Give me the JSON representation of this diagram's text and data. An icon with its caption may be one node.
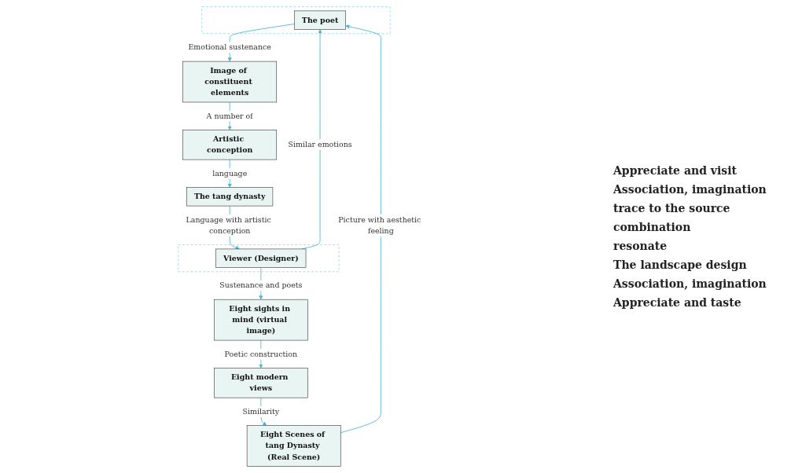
{
  "diagram": {
    "nodes": [
      {
        "text": [],
        "shape": "box"
      },
      {
        "text": [
          "Eight Scenes of tang Dynasty (Real Scene)"
        ]
      },
      {
        "text": [
          "The poet"
        ],
        "in": 0
      },
      {
        "text": [
          "Image of constituent elements"
        ]
      },
      {
        "text": [
          "Eight modern views"
        ]
      },
      {
        "text": [
          "Artistic conception"
        ]
      },
      {
        "text": [],
        "shape": "box"
      },
      {
        "text": [
          "Eight sights in mind (virtual image)"
        ]
      },
      {
        "text": [
          "Viewer (Designer)"
        ],
        "in": 6
      },
      {
        "text": [
          "The tang dynasty"
        ]
      }
    ],
    "edges": [
      {
        "from": 1,
        "to": 2,
        "arrow": "to",
        "label": "Picture with aesthetic feeling"
      },
      {
        "from": 2,
        "to": 3,
        "arrow": "to",
        "label": "Emotional sustenance"
      },
      {
        "from": 3,
        "to": 5,
        "arrow": "to",
        "label": "A number of"
      },
      {
        "from": 5,
        "to": 9,
        "arrow": "to",
        "label": "language"
      },
      {
        "from": 9,
        "to": 8,
        "arrow": "to",
        "label": "Language with artistic conception"
      },
      {
        "from": 8,
        "to": 7,
        "arrow": "to",
        "label": "Sustenance and poets"
      },
      {
        "from": 7,
        "to": 4,
        "arrow": "to",
        "label": "Poetic construction"
      },
      {
        "from": 4,
        "to": 1,
        "arrow": "to",
        "label": "Similarity"
      },
      {
        "from": 8,
        "to": 2,
        "arrow": "to",
        "label": "Similar emotions"
      }
    ],
    "labels": [
      "Appreciate and visit",
      "Association, imagination",
      "trace to the source",
      "combination",
      "resonate",
      "The landscape design",
      "Association, imagination",
      "Appreciate and taste"
    ]
  }
}
